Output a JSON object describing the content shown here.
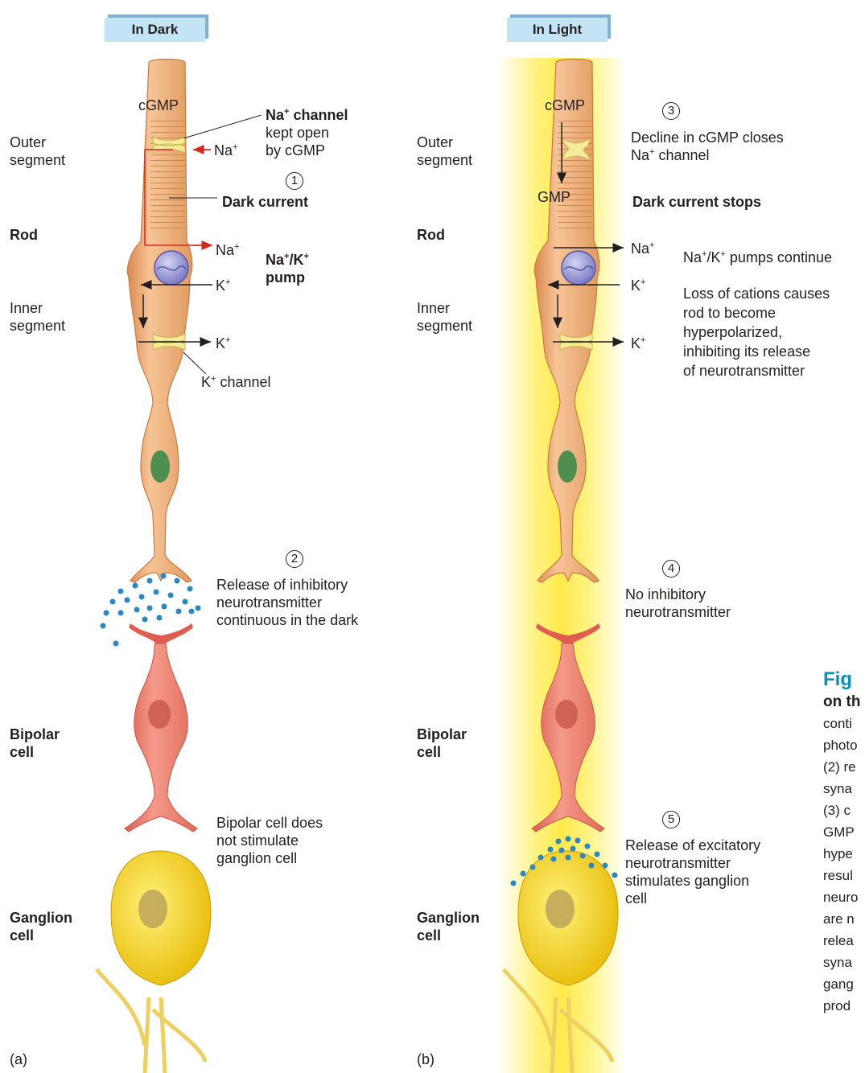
{
  "panel_a": {
    "header": "In Dark",
    "letter": "(a)",
    "left_labels": {
      "outer_segment": [
        "Outer",
        "segment"
      ],
      "rod": "Rod",
      "inner_segment": [
        "Inner",
        "segment"
      ],
      "bipolar": [
        "Bipolar",
        "cell"
      ],
      "ganglion": [
        "Ganglion",
        "cell"
      ]
    },
    "cgmp": "cGMP",
    "na_channel": {
      "title": "Na",
      "title_sup": "+",
      "title_rest": " channel",
      "line2": "kept open",
      "line3": "by cGMP"
    },
    "ion_na_top": "Na",
    "ion_na_bottom": "Na",
    "ion_k_pump": "K",
    "ion_k_channel": "K",
    "ion_sup": "+",
    "step1": "1",
    "dark_current": "Dark current",
    "pump": {
      "line1_a": "Na",
      "line1_sup1": "+",
      "line1_b": "/K",
      "line1_sup2": "+",
      "line2": "pump"
    },
    "k_channel": {
      "a": "K",
      "sup": "+",
      "b": " channel"
    },
    "step2": "2",
    "step2_text": [
      "Release of inhibitory",
      "neurotransmitter",
      "continuous in the dark"
    ],
    "bipolar_text": [
      "Bipolar cell does",
      "not stimulate",
      "ganglion cell"
    ]
  },
  "panel_b": {
    "header": "In Light",
    "letter": "(b)",
    "left_labels": {
      "outer_segment": [
        "Outer",
        "segment"
      ],
      "rod": "Rod",
      "inner_segment": [
        "Inner",
        "segment"
      ],
      "bipolar": [
        "Bipolar",
        "cell"
      ],
      "ganglion": [
        "Ganglion",
        "cell"
      ]
    },
    "cgmp": "cGMP",
    "gmp": "GMP",
    "step3": "3",
    "step3_text": {
      "line1": "Decline in cGMP closes",
      "line2_a": "Na",
      "line2_sup": "+",
      "line2_b": " channel"
    },
    "dark_current_stops": "Dark current stops",
    "ion_na": "Na",
    "ion_k_pump": "K",
    "ion_k_channel": "K",
    "ion_sup": "+",
    "pumps_continue": {
      "a": "Na",
      "sup1": "+",
      "b": "/K",
      "sup2": "+",
      "c": " pumps continue"
    },
    "loss_text": [
      "Loss of cations causes",
      "rod to become",
      "hyperpolarized,",
      "inhibiting its release",
      "of neurotransmitter"
    ],
    "step4": "4",
    "step4_text": [
      "No inhibitory",
      "neurotransmitter"
    ],
    "step5": "5",
    "step5_text": [
      "Release of excitatory",
      "neurotransmitter",
      "stimulates ganglion",
      "cell"
    ]
  },
  "figure_caption": {
    "title": "Fig",
    "subtitle": "on th",
    "lines": [
      "conti",
      "photo",
      "(2) re",
      "syna",
      "(3) c",
      "GMP",
      "hype",
      "resul",
      "neuro",
      "are n",
      "relea",
      "syna",
      "gang",
      "prod"
    ]
  },
  "colors": {
    "rod": "#f2b27c",
    "rod_edge": "#d78a4e",
    "bipolar": "#ec7c6c",
    "ganglion": "#f7d21f",
    "channel": "#f4ea9a",
    "pump": "#8f8fd0",
    "nucleus": "#3c8a48",
    "dots": "#2b86c5",
    "dark_current_arrow": "#d7261e",
    "light_glow": "#fff26a",
    "header_bg": "#c3e4f5",
    "figure_title": "#0a8fb8"
  }
}
